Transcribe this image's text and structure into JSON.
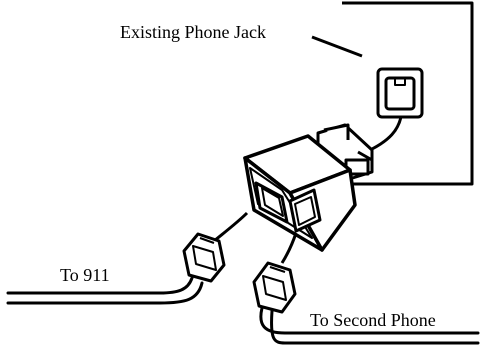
{
  "labels": {
    "existing_jack": "Existing Phone Jack",
    "to_911": "To 911",
    "to_second_phone": "To Second Phone"
  },
  "colors": {
    "line": "#000000",
    "background": "#ffffff"
  }
}
